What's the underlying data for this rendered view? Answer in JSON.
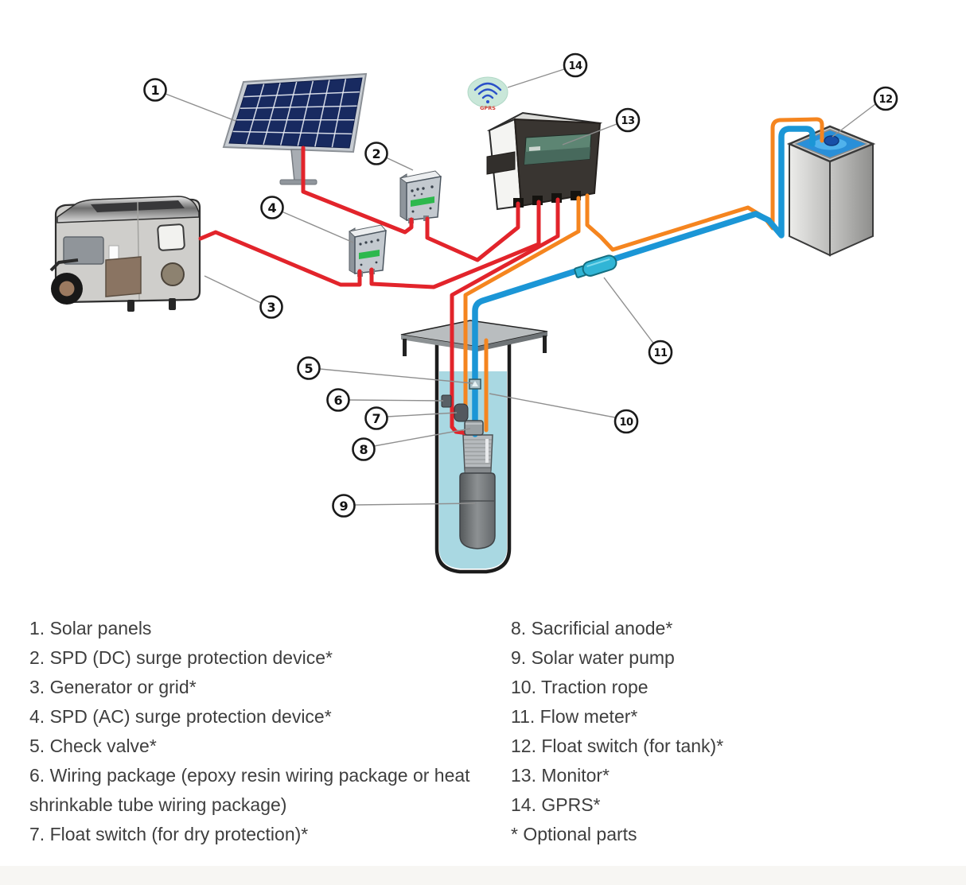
{
  "diagram": {
    "labels": [
      "1",
      "2",
      "3",
      "4",
      "5",
      "6",
      "7",
      "8",
      "9",
      "10",
      "11",
      "12",
      "13",
      "14"
    ],
    "gprs_label": "GPRS",
    "colors": {
      "wire_red": "#e2242b",
      "pipe_orange": "#f5851f",
      "pipe_blue": "#1b96d6",
      "well_water": "#a9d8e2",
      "tank_water": "#2a8fd8",
      "screen_green": "#5d8573",
      "spd_green": "#2db84d"
    }
  },
  "legend": {
    "left_items": [
      "1. Solar panels",
      "2. SPD (DC) surge protection device*",
      "3. Generator or grid*",
      "4. SPD (AC) surge protection device*",
      "5. Check valve*",
      "6. Wiring package (epoxy resin wiring package or heat shrinkable tube wiring package)",
      "7. Float switch (for dry protection)*"
    ],
    "right_items": [
      "8. Sacrificial anode*",
      "9. Solar water pump",
      "10. Traction rope",
      "11. Flow meter*",
      "12. Float switch (for tank)*",
      "13. Monitor*",
      "14. GPRS*"
    ],
    "footnote": "* Optional parts"
  }
}
